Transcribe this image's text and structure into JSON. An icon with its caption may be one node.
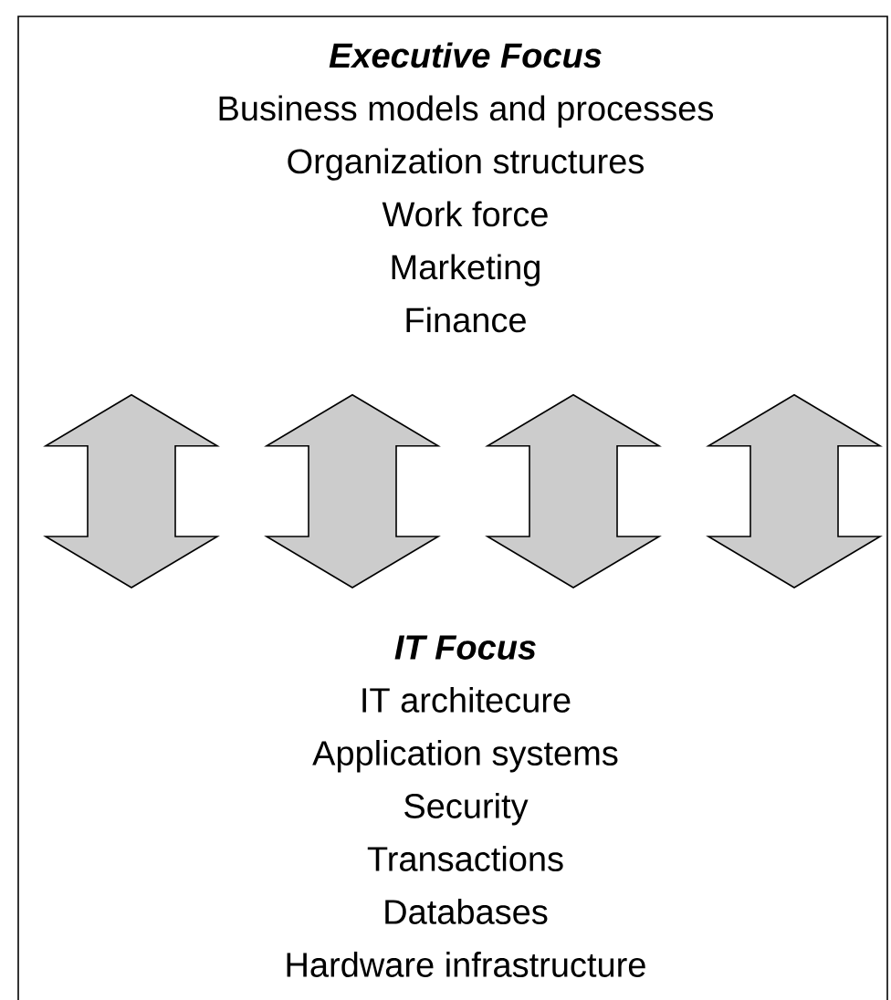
{
  "diagram": {
    "nodes": [
      {
        "text": [
          "Executive Focus",
          "Business models and processes",
          "Organization structures",
          "Work force",
          "Marketing",
          "Finance"
        ]
      },
      {
        "text": [
          "IT Focus",
          "IT architecure",
          "Application systems",
          "Security",
          "Transactions",
          "Databases",
          "Hardware infrastructure"
        ]
      }
    ],
    "edges": [
      {
        "from": 0,
        "to": 1,
        "arrow": "both"
      },
      {
        "from": 0,
        "to": 1,
        "arrow": "both"
      },
      {
        "from": 0,
        "to": 1,
        "arrow": "both"
      },
      {
        "from": 0,
        "to": 1,
        "arrow": "both"
      }
    ]
  }
}
